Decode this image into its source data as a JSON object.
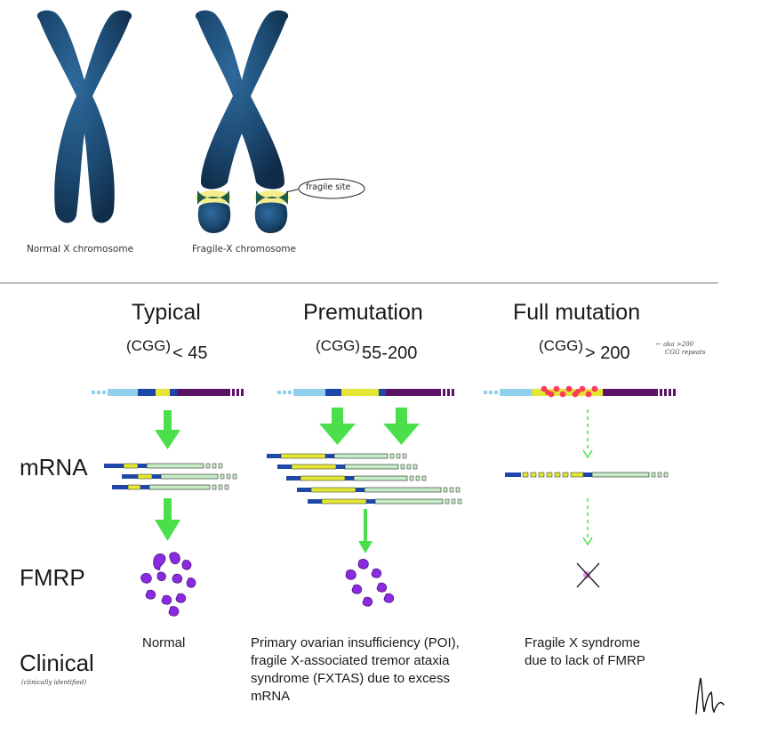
{
  "top_panel": {
    "normal_caption": "Normal X chromosome",
    "fragile_caption": "Fragile-X chromosome",
    "fragile_site_label": "fragile site"
  },
  "columns": [
    {
      "title": "Typical",
      "cgg_prefix": "(CGG)",
      "cgg_range": "< 45",
      "clinical": [
        "Normal"
      ]
    },
    {
      "title": "Premutation",
      "cgg_prefix": "(CGG)",
      "cgg_range": "55-200",
      "clinical": [
        "Primary ovarian insufficiency (POI),",
        "fragile X-associated tremor ataxia",
        "syndrome (FXTAS) due to excess",
        "mRNA"
      ]
    },
    {
      "title": "Full mutation",
      "cgg_prefix": "(CGG)",
      "cgg_range": "> 200",
      "clinical": [
        "Fragile X syndrome",
        "due to lack of FMRP"
      ]
    }
  ],
  "row_labels": {
    "mrna": "mRNA",
    "fmrp": "FMRP",
    "clinical": "Clinical"
  },
  "handwritten_notes": {
    "full_mutation_note": [
      "← aka >200",
      "CGG repeats"
    ],
    "clinical_note": "(clinically identified)"
  },
  "colors": {
    "chromosome": "#1c4a72",
    "fragile_site": "#f3ee8a",
    "arrow_green": "#4be04b",
    "gene_light_blue": "#8fd0ee",
    "gene_dark_blue": "#1f47a8",
    "gene_yellow": "#e3e635",
    "gene_purple": "#5a1364",
    "mrna_green": "#c6ecc6",
    "fmrp_purple": "#8a2be2",
    "repeat_red": "#ff2a5a"
  }
}
